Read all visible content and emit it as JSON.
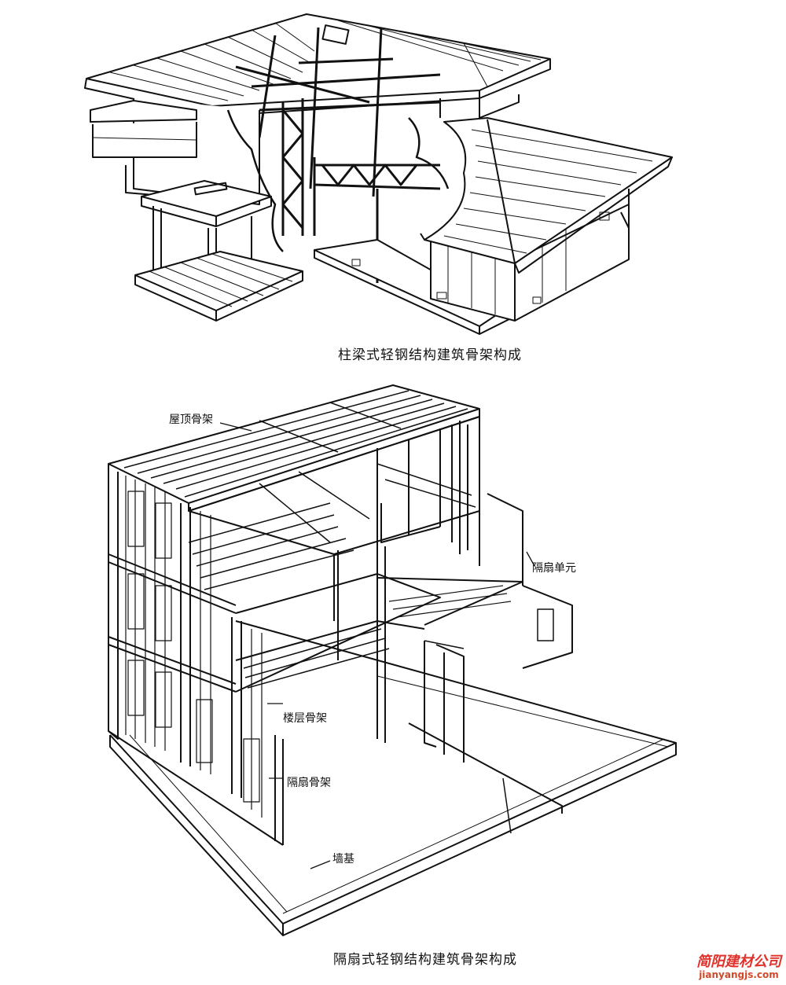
{
  "top_caption": "柱梁式轻钢结构建筑骨架构成",
  "bottom_caption": "隔扇式轻钢结构建筑骨架构成",
  "labels": {
    "roof_frame": "屋顶骨架",
    "partition_unit": "隔扇单元",
    "floor_frame": "楼层骨架",
    "partition_frame": "隔扇骨架",
    "wall_base": "墙基"
  },
  "watermark": {
    "cn": "简阳建材公司",
    "url": "jianyangjs.com"
  },
  "colors": {
    "ink": "#111111",
    "watermark_red": "#e0312a"
  }
}
